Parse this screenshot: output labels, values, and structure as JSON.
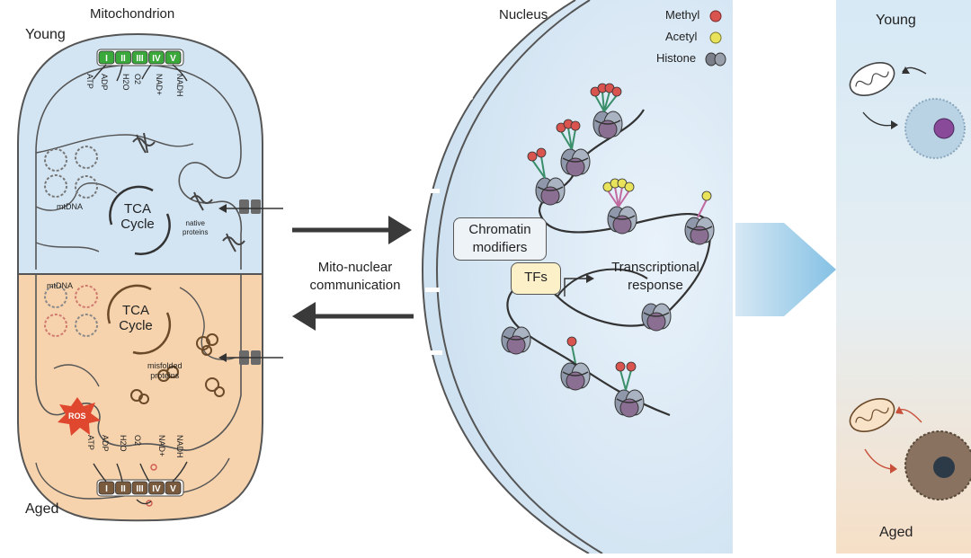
{
  "mitochondrion": {
    "title": "Mitochondrion",
    "young_label": "Young",
    "aged_label": "Aged",
    "complexes": [
      "I",
      "II",
      "III",
      "IV",
      "V"
    ],
    "young_metabolites": [
      "ATP",
      "ADP",
      "O2",
      "H2O",
      "NAD+",
      "NADH"
    ],
    "aged_metabolites": [
      "ATP",
      "ADP",
      "H2O",
      "O2",
      "NAD+",
      "NADH"
    ],
    "tca_line1": "TCA",
    "tca_line2": "Cycle",
    "mtdna": "mtDNA",
    "native_line1": "native",
    "native_line2": "proteins",
    "misfolded_line1": "misfolded",
    "misfolded_line2": "proteins",
    "ros": "ROS"
  },
  "communication": {
    "line1": "Mito-nuclear",
    "line2": "communication"
  },
  "nucleus": {
    "title": "Nucleus",
    "legend": [
      {
        "label": "Methyl",
        "color": "#d9534f"
      },
      {
        "label": "Acetyl",
        "color": "#e8e35a"
      },
      {
        "label": "Histone",
        "color": "#7a7f8a"
      }
    ],
    "chromatin_line1": "Chromatin",
    "chromatin_line2": "modifiers",
    "tfs": "TFs",
    "transcriptional_line1": "Transcriptional",
    "transcriptional_line2": "response"
  },
  "right_panel": {
    "young": "Young",
    "aged": "Aged"
  },
  "colors": {
    "young_fill": "#d3e5f3",
    "aged_fill": "#f6d3ad",
    "nucleus_fill": "#dceaf6",
    "complex_green": "#3aa83a",
    "complex_brown": "#7a5a3c",
    "histone": "#8a93a6",
    "histone_purple": "#8b6f93"
  }
}
